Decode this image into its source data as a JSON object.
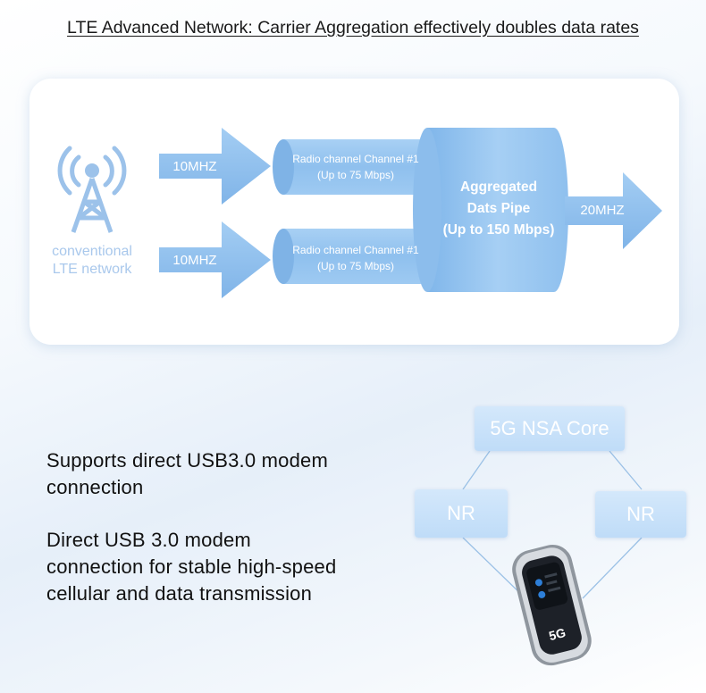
{
  "title": "LTE Advanced Network: Carrier Aggregation effectively doubles data rates",
  "diagram": {
    "tower_caption_line1": "conventional",
    "tower_caption_line2": "LTE network",
    "input_arrows": [
      "10MHZ",
      "10MHZ"
    ],
    "channels": [
      {
        "name": "Radio channel Channel #1",
        "speed": "(Up to 75 Mbps)"
      },
      {
        "name": "Radio channel Channel #1",
        "speed": "(Up to 75 Mbps)"
      }
    ],
    "pipe": {
      "line1": "Aggregated",
      "line2": "Dats Pipe",
      "line3": "(Up to 150 Mbps)"
    },
    "output_arrow": "20MHZ"
  },
  "features": {
    "usb_line1": "Supports direct USB3.0 modem",
    "usb_line2": "connection",
    "desc_line1": "Direct USB 3.0 modem",
    "desc_line2": "connection for stable high-speed",
    "desc_line3": "cellular and data transmission"
  },
  "network": {
    "core": "5G NSA Core",
    "nodes": [
      "NR",
      "NR"
    ],
    "device_badge": "5G"
  },
  "colors": {
    "arrow": "#8fc0ee",
    "caption": "#a9c8ec"
  }
}
